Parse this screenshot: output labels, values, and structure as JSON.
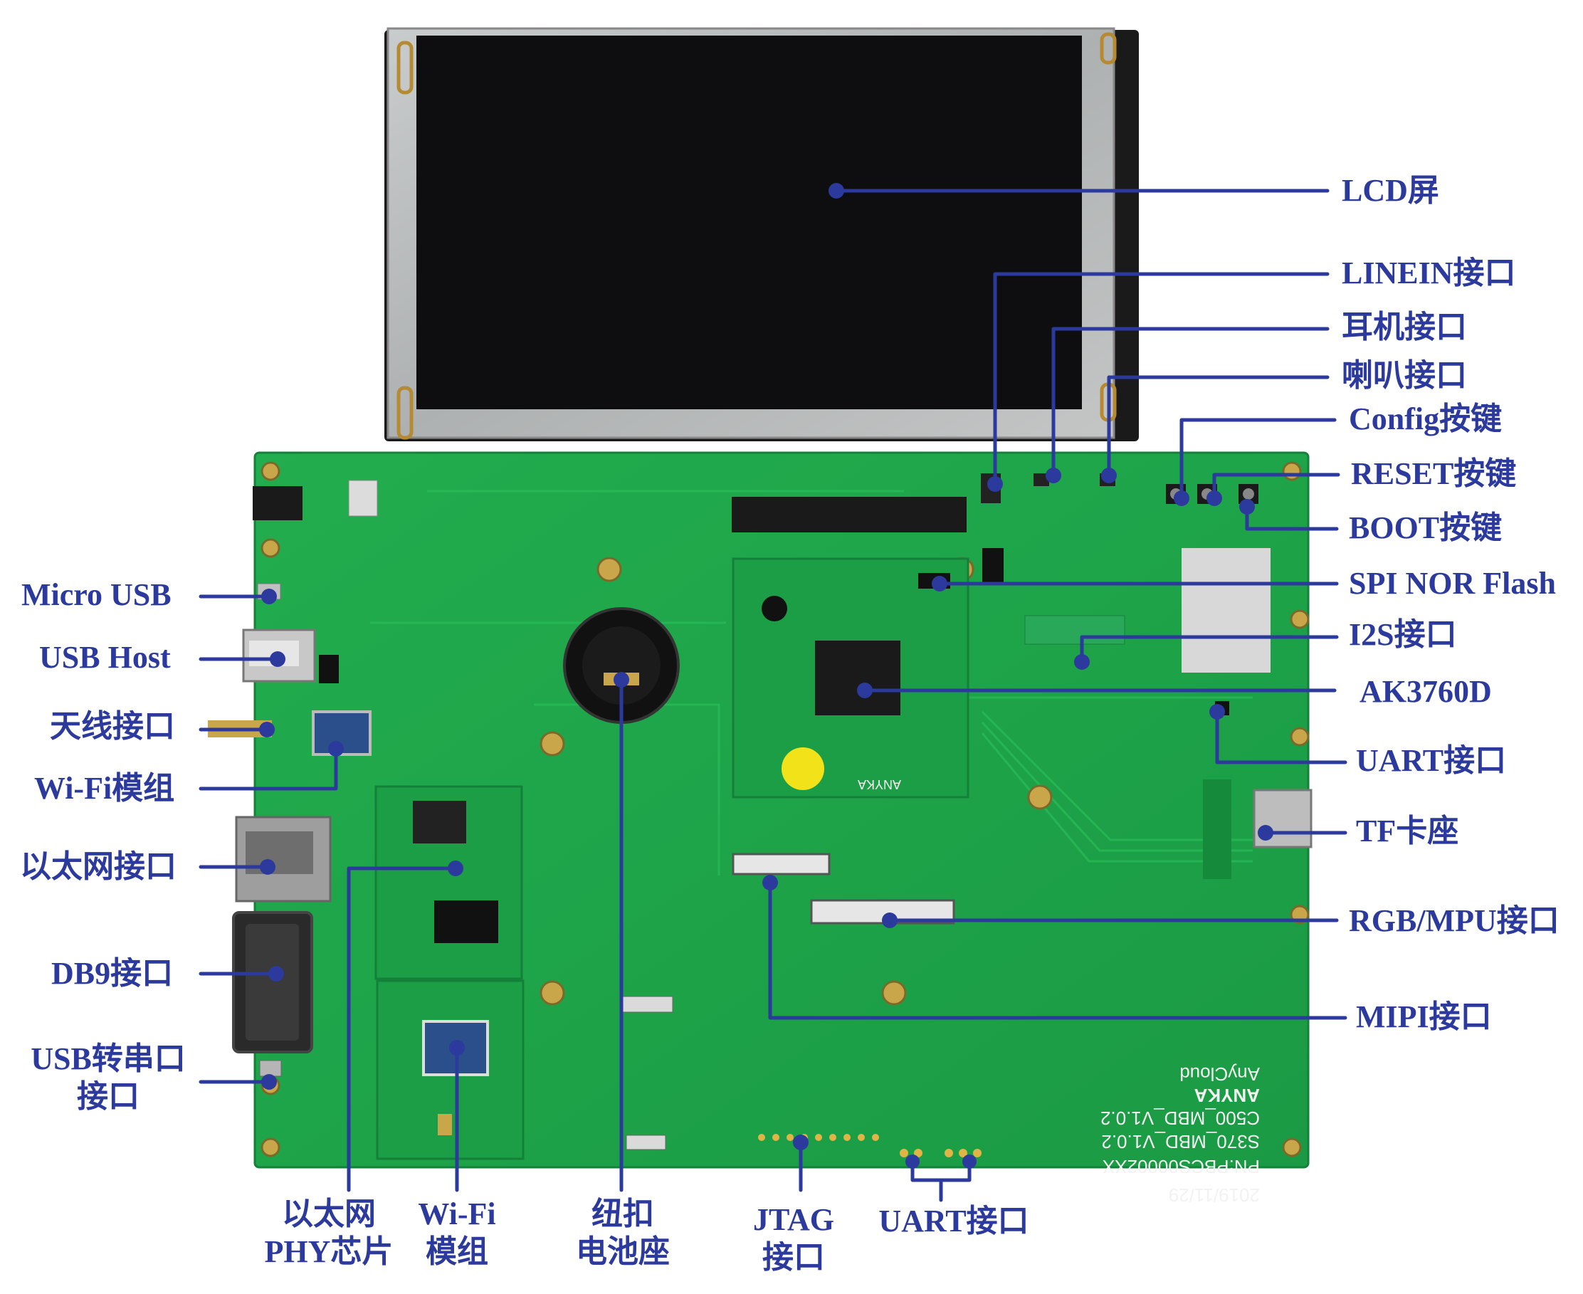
{
  "colors": {
    "label": "#2b3a9c",
    "line": "#2b3a9c",
    "pcb": "#1ea84a",
    "screen": "#0e0e10",
    "bezel": "#b9bcbc"
  },
  "pcb_silkscreen": {
    "product1": "S370_MBD_V1.0.2",
    "product2": "C500_MBD_V1.0.2",
    "pn": "PN:PBCS00002XX",
    "date": "2019/11/29",
    "brand": "ANYKA",
    "brand2": "AnyCloud",
    "chip_marking": "ANYKA"
  },
  "labels": {
    "lcd": "LCD屏",
    "linein": "LINEIN接口",
    "headphone": "耳机接口",
    "speaker": "喇叭接口",
    "config": "Config按键",
    "reset": "RESET按键",
    "boot": "BOOT按键",
    "spi_nor": "SPI NOR Flash",
    "i2s": "I2S接口",
    "soc": "AK3760D",
    "uart_right": "UART接口",
    "tf": "TF卡座",
    "rgb_mpu": "RGB/MPU接口",
    "mipi": "MIPI接口",
    "micro_usb": "Micro USB",
    "usb_host": "USB Host",
    "antenna": "天线接口",
    "wifi_left": "Wi-Fi模组",
    "ethernet": "以太网接口",
    "db9": "DB9接口",
    "usb_serial": [
      "USB转串口",
      "接口"
    ],
    "eth_phy": [
      "以太网",
      "PHY芯片"
    ],
    "wifi_bottom": [
      "Wi-Fi",
      "模组"
    ],
    "battery": [
      "纽扣",
      "电池座"
    ],
    "jtag": [
      "JTAG",
      "接口"
    ],
    "uart_bottom": "UART接口"
  }
}
